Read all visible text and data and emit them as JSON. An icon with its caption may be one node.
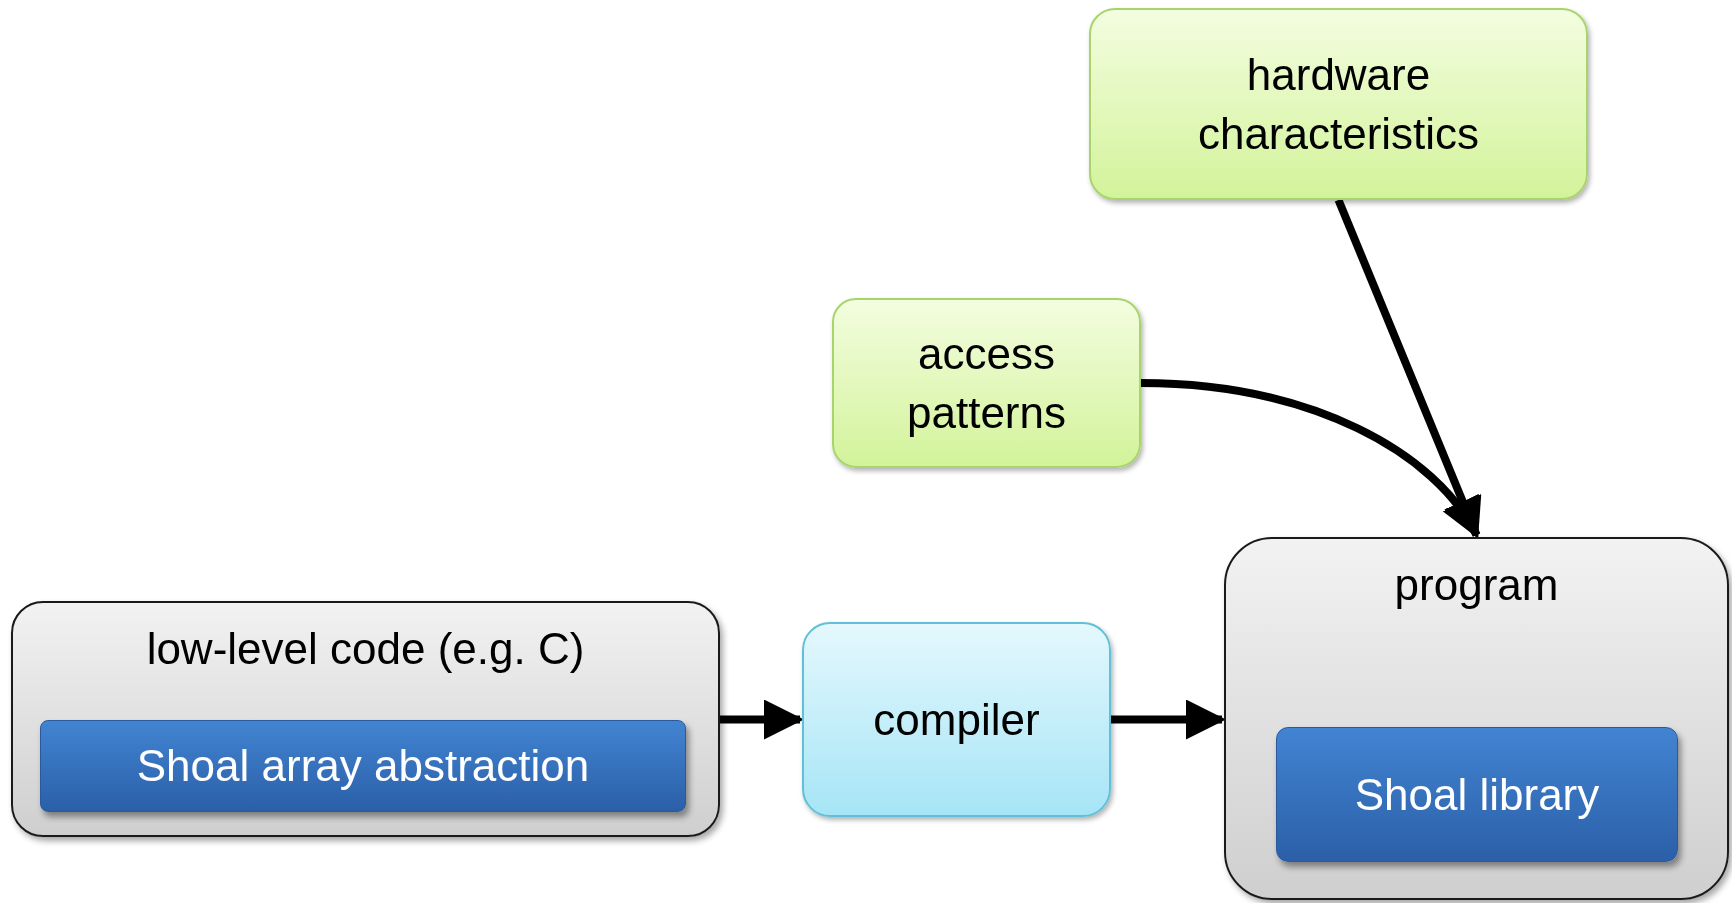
{
  "diagram": {
    "nodes": [
      {
        "text": [
          "low-level code (e.g. C)"
        ]
      },
      {
        "text": [
          "Shoal array abstraction"
        ],
        "in": 0
      },
      {
        "text": [
          "compiler"
        ]
      },
      {
        "text": [
          "program"
        ]
      },
      {
        "text": [
          "Shoal library"
        ],
        "in": 3
      },
      {
        "text": [
          "access patterns"
        ]
      },
      {
        "text": [
          "hardware characteristics"
        ]
      }
    ],
    "edges": [
      {
        "from": 0,
        "to": 2,
        "arrow": "to"
      },
      {
        "from": 2,
        "to": 3,
        "arrow": "to"
      },
      {
        "from": 5,
        "to": 3,
        "arrow": "to"
      },
      {
        "from": 6,
        "to": 3,
        "arrow": "to"
      }
    ]
  }
}
